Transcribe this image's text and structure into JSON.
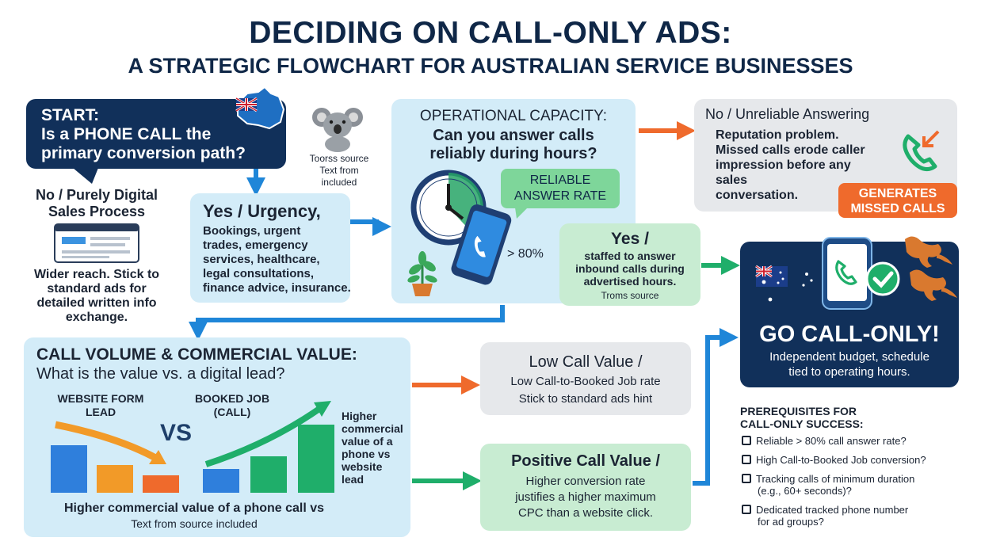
{
  "title": {
    "line1": "DECIDING ON CALL-ONLY ADS:",
    "line2": "A STRATEGIC FLOWCHART FOR AUSTRALIAN SERVICE BUSINESSES"
  },
  "start": {
    "label": "START:",
    "question_line1": "Is a PHONE CALL the",
    "question_line2": "primary conversion path?"
  },
  "koala_note": {
    "line1": "Toorss source",
    "line2": "Text from",
    "line3": "included"
  },
  "no_digital": {
    "title_line1": "No / Purely Digital",
    "title_line2": "Sales Process",
    "body_line1": "Wider reach. Stick to",
    "body_line2": "standard ads for",
    "body_line3": "detailed written info",
    "body_line4": "exchange."
  },
  "yes_urgency": {
    "title": "Yes / Urgency,",
    "body_line1": "Bookings, urgent",
    "body_line2": "trades, emergency",
    "body_line3": "services, healthcare,",
    "body_line4": "legal consultations,",
    "body_line5": "finance advice, insurance."
  },
  "operational": {
    "title": "OPERATIONAL CAPACITY:",
    "question_line1": "Can you answer calls",
    "question_line2": "reliably during hours?",
    "bubble_line1": "RELIABLE",
    "bubble_line2": "ANSWER RATE",
    "rate": "> 80%"
  },
  "yes_staffed": {
    "title": "Yes /",
    "body_line1": "staffed to answer",
    "body_line2": "inbound calls during",
    "body_line3": "advertised hours.",
    "note": "Troms source"
  },
  "unreliable": {
    "title": "No / Unreliable Answering",
    "body_line1": "Reputation problem.",
    "body_line2": "Missed calls erode caller",
    "body_line3": "impression before any",
    "body_line4": "sales",
    "body_line5": "conversation.",
    "badge_line1": "GENERATES",
    "badge_line2": "MISSED CALLS"
  },
  "go_call_only": {
    "title": "GO CALL-ONLY!",
    "body_line1": "Independent budget, schedule",
    "body_line2": "tied to operating hours."
  },
  "call_volume": {
    "title": "CALL VOLUME & COMMERCIAL VALUE:",
    "question": "What is the value vs. a digital lead?",
    "left_label_line1": "WEBSITE FORM",
    "left_label_line2": "LEAD",
    "vs": "VS",
    "right_label_line1": "BOOKED JOB",
    "right_label_line2": "(CALL)",
    "side_line1": "Higher",
    "side_line2": "commercial",
    "side_line3": "value of a",
    "side_line4": "phone vs",
    "side_line5": "website",
    "side_line6": "lead",
    "footer_line1": "Higher commercial value of a phone call vs",
    "footer_line2": "Text from source included"
  },
  "low_value": {
    "title": "Low Call Value /",
    "line1": "Low Call-to-Booked Job rate",
    "line2": "Stick to standard ads hint"
  },
  "positive_value": {
    "title": "Positive Call Value /",
    "line1": "Higher conversion rate",
    "line2": "justifies a higher maximum",
    "line3": "CPC than a website click."
  },
  "prerequisites": {
    "title_line1": "PREREQUISITES FOR",
    "title_line2": "CALL-ONLY SUCCESS:",
    "item1": "Reliable > 80% call answer rate?",
    "item2": "High Call-to-Booked Job conversion?",
    "item3_line1": "Tracking calls of minimum duration",
    "item3_line2": "(e.g., 60+ seconds)?",
    "item4_line1": "Dedicated tracked phone number",
    "item4_line2": "for ad groups?"
  },
  "colors": {
    "navy": "#11305a",
    "light_blue": "#d3ecf8",
    "light_green": "#c8ecd2",
    "gray": "#e6e8eb",
    "arrow_blue": "#1f86d8",
    "arrow_orange": "#ef6a2c",
    "arrow_green": "#1fae6a"
  }
}
